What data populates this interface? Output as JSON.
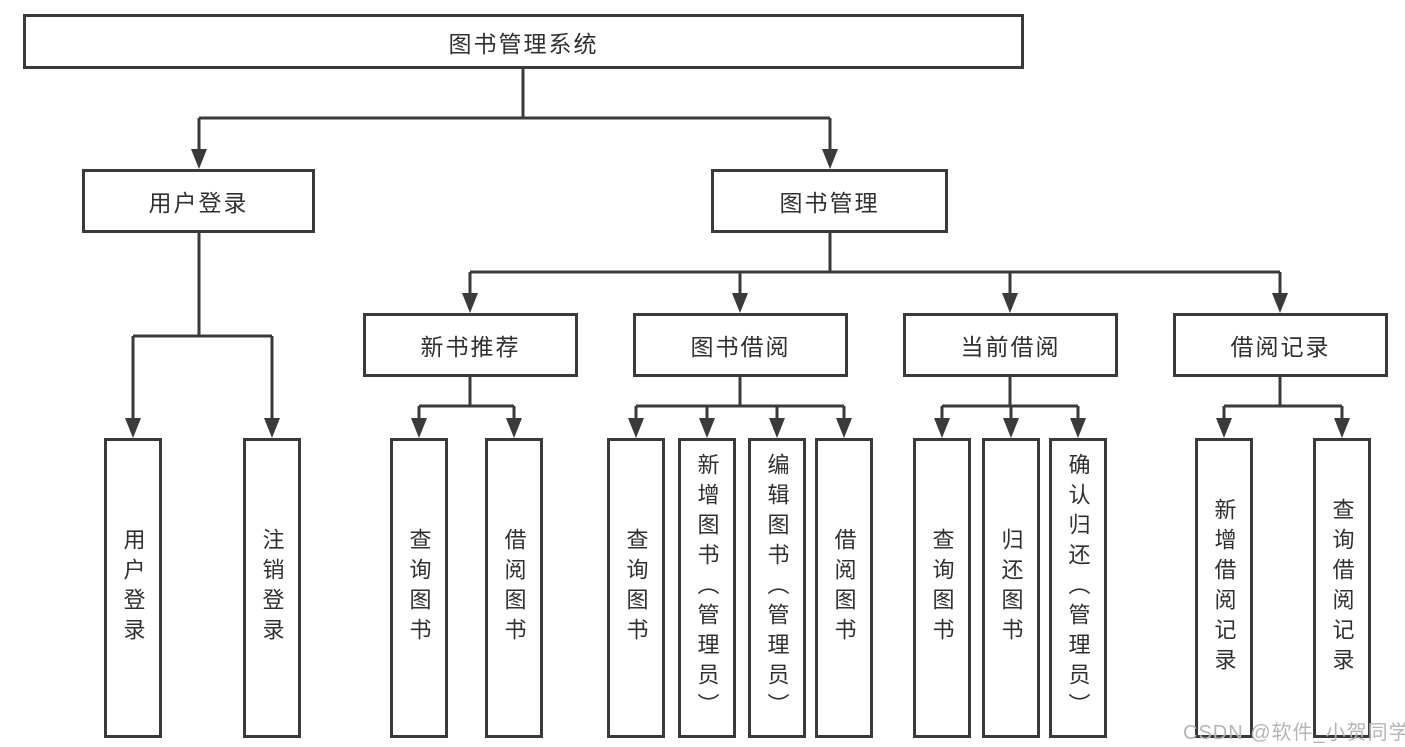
{
  "diagram": {
    "root": "图书管理系统",
    "branches": {
      "user_login": {
        "label": "用户登录",
        "children": [
          "用户登录",
          "注销登录"
        ]
      },
      "book_management": {
        "label": "图书管理",
        "sections": [
          {
            "label": "新书推荐",
            "children": [
              "查询图书",
              "借阅图书"
            ]
          },
          {
            "label": "图书借阅",
            "children": [
              "查询图书",
              "新增图书（管理员）",
              "编辑图书（管理员）",
              "借阅图书"
            ]
          },
          {
            "label": "当前借阅",
            "children": [
              "查询图书",
              "归还图书",
              "确认归还（管理员）"
            ]
          },
          {
            "label": "借阅记录",
            "children": [
              "新增借阅记录",
              "查询借阅记录"
            ]
          }
        ]
      }
    }
  },
  "watermark": "CSDN @软件_小贺同学",
  "colors": {
    "line": "#3a3a3a",
    "text": "#303030",
    "watermark": "#b5b5b5",
    "background": "#ffffff"
  }
}
